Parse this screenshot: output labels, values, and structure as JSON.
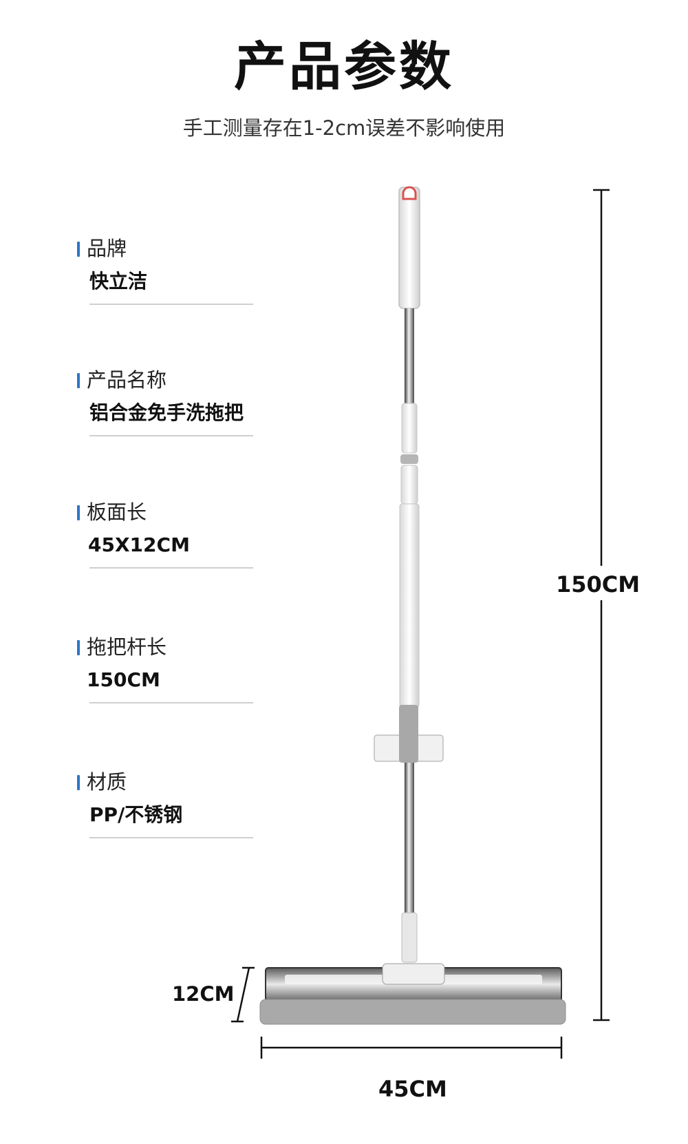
{
  "header": {
    "title": "产品参数",
    "subtitle": "手工测量存在1-2cm误差不影响使用"
  },
  "specs": [
    {
      "label": "品牌",
      "value": "快立洁"
    },
    {
      "label": "产品名称",
      "value": "铝合金免手洗拖把"
    },
    {
      "label": "板面长",
      "value": "45X12CM"
    },
    {
      "label": "拖把杆长",
      "value": "150CM"
    },
    {
      "label": "材质",
      "value": "PP/不锈钢"
    }
  ],
  "dimensions": {
    "height": "150CM",
    "width": "45CM",
    "depth": "12CM"
  },
  "colors": {
    "accent": "#2f74c9",
    "handle_tip": "#d9534f",
    "pad": "#a9a9a9"
  }
}
